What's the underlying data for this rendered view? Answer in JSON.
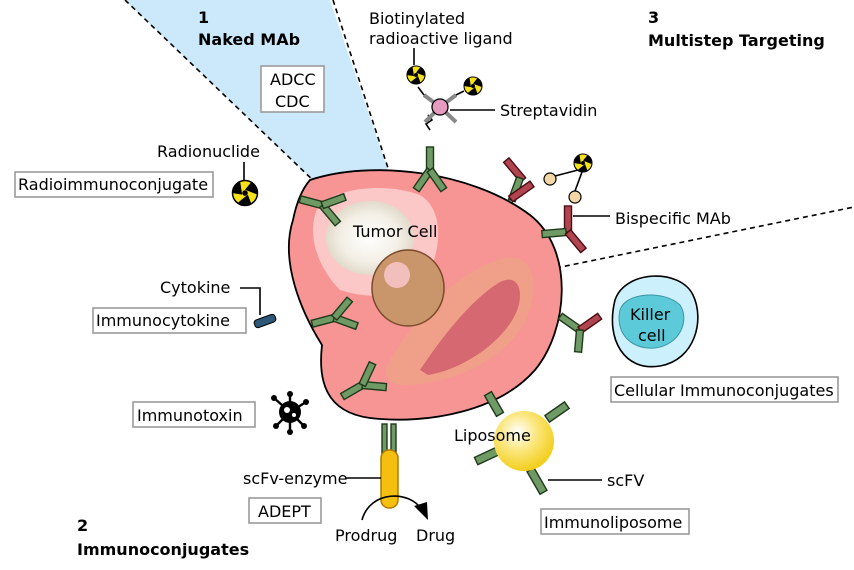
{
  "sections": {
    "naked": {
      "number": "1",
      "title": "Naked MAb",
      "box_line1": "ADCC",
      "box_line2": "CDC"
    },
    "immunoconjugates": {
      "number": "2",
      "title": "Immunoconjugates"
    },
    "multistep": {
      "number": "3",
      "title": "Multistep Targeting"
    }
  },
  "cell": {
    "label": "Tumor Cell"
  },
  "labels": {
    "biotin_line1": "Biotinylated",
    "biotin_line2": "radioactive ligand",
    "streptavidin": "Streptavidin",
    "radionuclide": "Radionuclide",
    "radioimmunoconjugate": "Radioimmunoconjugate",
    "bispecific": "Bispecific MAb",
    "cytokine": "Cytokine",
    "immunocytokine": "Immunocytokine",
    "killer_line1": "Killer",
    "killer_line2": "cell",
    "cellular": "Cellular Immunoconjugates",
    "immunotoxin": "Immunotoxin",
    "liposome": "Liposome",
    "scfv_enzyme": "scFv-enzyme",
    "adept": "ADEPT",
    "prodrug": "Prodrug",
    "drug": "Drug",
    "scfv": "scFV",
    "immunoliposome": "Immunoliposome"
  },
  "colors": {
    "cell": "#f79595",
    "nucleus": "#c9956a",
    "antibody": "#6f9a66",
    "bispecific_arm": "#b04550",
    "killer_cell": "#5ccad8",
    "liposome": "#f6d21e",
    "naked_region": "#cce9fb",
    "enzyme": "#f5bf10",
    "cytokine": "#2d5878"
  }
}
